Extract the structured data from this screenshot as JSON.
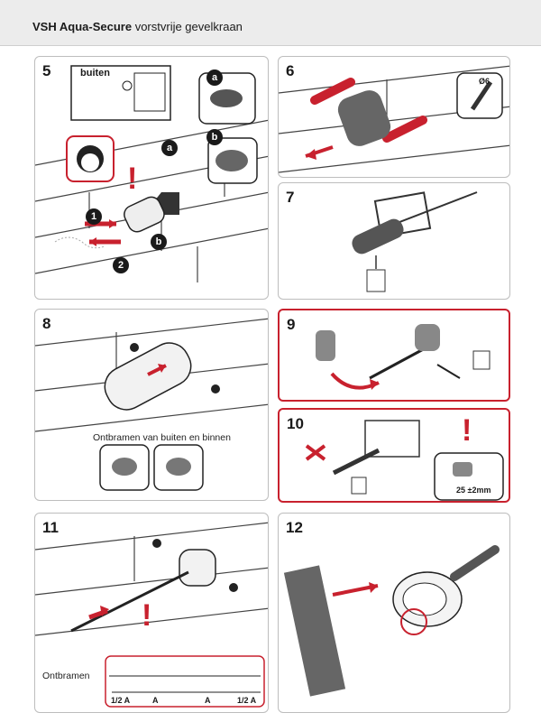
{
  "header": {
    "brand": "VSH Aqua-Secure",
    "subtitle": "vorstvrije gevelkraan"
  },
  "steps": {
    "s5": {
      "number": "5",
      "label_outside": "buiten",
      "badge_a": "a",
      "badge_b": "b",
      "step_1": "1",
      "step_2": "2"
    },
    "s6": {
      "number": "6",
      "drill_size": "Ø6"
    },
    "s7": {
      "number": "7"
    },
    "s8": {
      "number": "8",
      "caption": "Ontbramen van buiten en binnen"
    },
    "s9": {
      "number": "9"
    },
    "s10": {
      "number": "10",
      "dimension": "25 ±2mm"
    },
    "s11": {
      "number": "11",
      "caption": "Ontbramen",
      "dims": [
        "1/2 A",
        "A",
        "A",
        "1/2 A"
      ]
    },
    "s12": {
      "number": "12"
    }
  },
  "colors": {
    "accent_red": "#c8212e",
    "header_bg": "#ececec",
    "panel_border": "#bdbdbd"
  }
}
